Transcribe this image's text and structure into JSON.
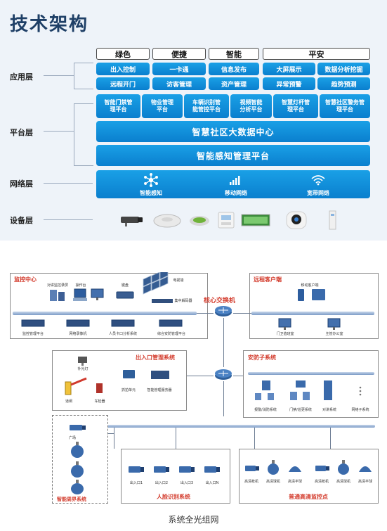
{
  "top": {
    "title": "技术架构",
    "layers": {
      "app": "应用层",
      "platform": "平台层",
      "network": "网络层",
      "device": "设备层"
    },
    "categories": [
      "绿色",
      "便捷",
      "智能",
      "平安"
    ],
    "apps_row1": [
      "出入控制",
      "一卡通",
      "信息发布",
      "大屏展示",
      "数据分析挖掘"
    ],
    "apps_row2": [
      "远程开门",
      "访客管理",
      "资产管理",
      "异常预警",
      "趋势预测"
    ],
    "platforms": [
      "智能门禁管\n理平台",
      "物业管理\n平台",
      "车辆识别管\n能管控平台",
      "视频智能\n分析平台",
      "智慧灯杆管\n理平台",
      "智慧社区警务管\n理平台"
    ],
    "data_center": "智慧社区大数据中心",
    "sensing_platform": "智能感知管理平台",
    "network_items": [
      "智能感知",
      "移动网络",
      "宽带网络"
    ]
  },
  "bottom": {
    "monitor_center": {
      "title": "监控中心",
      "devices_top": [
        "对讲监控录屏",
        "操作台",
        "键盘",
        "电视墙",
        "集中解码器"
      ],
      "devices_bottom": [
        "监控管理平台",
        "网络录像机",
        "人员卡口分析系统",
        "综合安防管理平台"
      ]
    },
    "core_switch": "核心交换机",
    "remote_client": {
      "title": "远程客户端",
      "devices_top": [
        "移动客户端"
      ],
      "devices_bottom": [
        "门卫值班室",
        "主管办公室"
      ]
    },
    "access_system": {
      "title": "出入口管理系统",
      "devices": [
        "补光灯",
        "道闸",
        "车检器",
        "抓拍单元",
        "智能管理服务器"
      ]
    },
    "security_subsystem": {
      "title": "安防子系统",
      "devices": [
        "报警/消防系统",
        "门禁/巡更系统",
        "对讲系统",
        "网络子系统"
      ]
    },
    "smart_perimeter": {
      "title": "智能周界系统",
      "devices": [
        "广场"
      ]
    },
    "face_recognition": {
      "title": "人脸识别系统",
      "devices": [
        "出入口1",
        "出入口2",
        "出入口3",
        "出入口N"
      ]
    },
    "hd_monitoring": {
      "title": "普通高清监控点",
      "devices": [
        "高清枪机",
        "高清球机",
        "高清半球",
        "高清枪机",
        "高清球机",
        "高清半球"
      ]
    }
  },
  "caption": "系统全光组网",
  "colors": {
    "accent_blue": "#0a7fce",
    "title_navy": "#1e3f66",
    "box_title_red": "#d33b2c",
    "core_router": "#2f5f9a"
  }
}
